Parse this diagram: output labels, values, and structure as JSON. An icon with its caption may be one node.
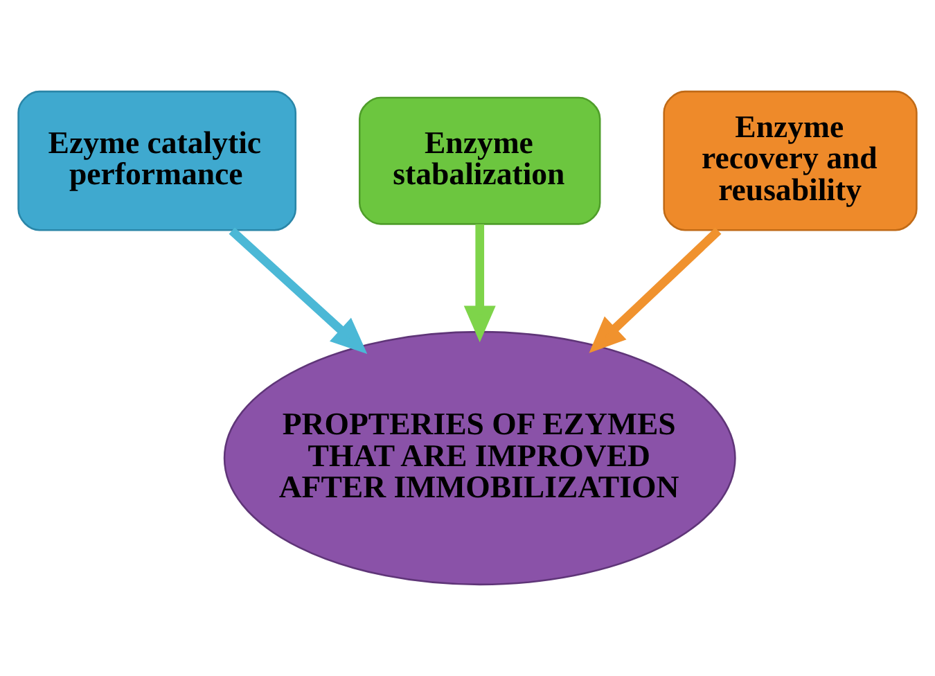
{
  "diagram": {
    "nodes": [
      {
        "text": [
          "Ezyme catalytic performance"
        ]
      },
      {
        "text": [
          "Enzyme stabalization"
        ]
      },
      {
        "text": [
          "Enzyme recovery and reusability"
        ]
      },
      {
        "text": [
          "PROPTERIES OF EZYMES THAT ARE IMPROVED AFTER IMMOBILIZATION"
        ]
      }
    ],
    "edges": [
      {
        "from": 0,
        "to": 3,
        "arrow": "to",
        "color": "#4bb8d6"
      },
      {
        "from": 1,
        "to": 3,
        "arrow": "to",
        "color": "#7ed44a"
      },
      {
        "from": 2,
        "to": 3,
        "arrow": "to",
        "color": "#f0922e"
      }
    ]
  }
}
